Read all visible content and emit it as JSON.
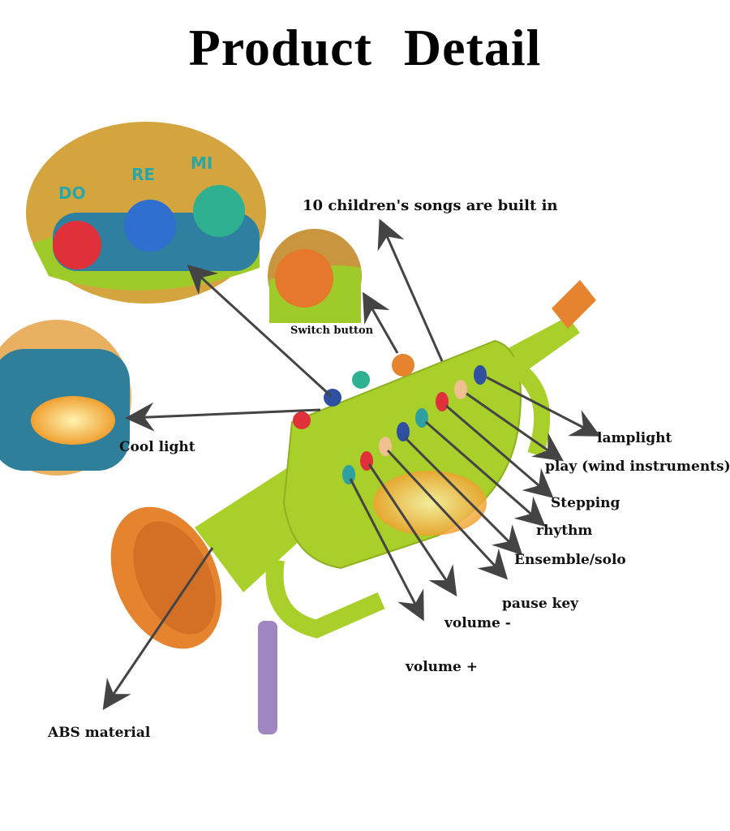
{
  "title": "Product  Detail",
  "inset_notes": [
    "DO",
    "RE",
    "MI"
  ],
  "labels": {
    "songs": "10 children's songs are built in",
    "switch": "Switch button",
    "cool_light": "Cool light",
    "lamplight": "lamplight",
    "play": "play (wind instruments)",
    "stepping": "Stepping",
    "rhythm": "rhythm",
    "ensemble": "Ensemble/solo",
    "pause": "pause key",
    "volume_minus": "volume -",
    "volume_plus": "volume +",
    "abs": "ABS material"
  },
  "colors": {
    "body": "#a9cf2a",
    "bell": "#e5832f",
    "arrow": "#444444",
    "tassel": "#9f86c0"
  }
}
